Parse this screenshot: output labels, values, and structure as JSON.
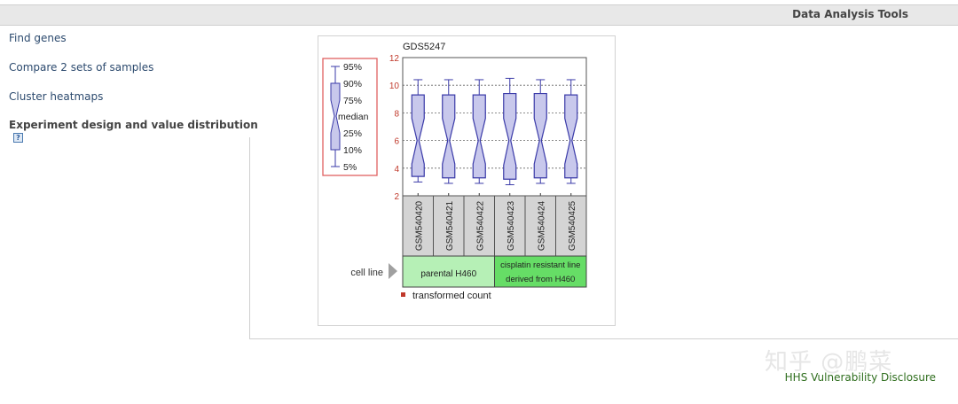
{
  "header": {
    "title": "Data Analysis Tools"
  },
  "sidebar": {
    "items": [
      {
        "label": "Find genes"
      },
      {
        "label": "Compare 2 sets of samples"
      },
      {
        "label": "Cluster heatmaps"
      }
    ],
    "current": {
      "label": "Experiment design and value distribution",
      "help": "?"
    }
  },
  "footer": {
    "link": "HHS Vulnerability Disclosure"
  },
  "watermark": "知乎 @鹏菜",
  "chart": {
    "legend_labels": [
      "95%",
      "90%",
      "75%",
      "median",
      "25%",
      "10%",
      "5%"
    ],
    "row_label": "cell line",
    "group_labels": [
      "parental H460",
      "cisplatin resistant line",
      "derived from H460"
    ],
    "note": "transformed count"
  },
  "chart_data": {
    "type": "boxplot",
    "title": "GDS5247",
    "ylabel": "",
    "ylim": [
      2,
      12
    ],
    "yticks": [
      2,
      4,
      6,
      8,
      10,
      12
    ],
    "grid": "dotted horizontal at 4,6,8,10",
    "categories": [
      "GSM540420",
      "GSM540421",
      "GSM540422",
      "GSM540423",
      "GSM540424",
      "GSM540425"
    ],
    "series": [
      {
        "name": "GSM540420",
        "p5": 3.0,
        "p10": 3.4,
        "p25": 4.3,
        "median": 6.0,
        "p75": 7.6,
        "p90": 9.3,
        "p95": 10.4
      },
      {
        "name": "GSM540421",
        "p5": 2.9,
        "p10": 3.3,
        "p25": 4.3,
        "median": 6.0,
        "p75": 7.6,
        "p90": 9.3,
        "p95": 10.4
      },
      {
        "name": "GSM540422",
        "p5": 2.9,
        "p10": 3.3,
        "p25": 4.3,
        "median": 6.0,
        "p75": 7.6,
        "p90": 9.3,
        "p95": 10.4
      },
      {
        "name": "GSM540423",
        "p5": 2.8,
        "p10": 3.2,
        "p25": 4.2,
        "median": 6.0,
        "p75": 7.6,
        "p90": 9.4,
        "p95": 10.5
      },
      {
        "name": "GSM540424",
        "p5": 2.9,
        "p10": 3.3,
        "p25": 4.3,
        "median": 6.0,
        "p75": 7.6,
        "p90": 9.4,
        "p95": 10.4
      },
      {
        "name": "GSM540425",
        "p5": 2.9,
        "p10": 3.3,
        "p25": 4.3,
        "median": 6.0,
        "p75": 7.6,
        "p90": 9.3,
        "p95": 10.4
      }
    ],
    "groups": [
      {
        "label": "parental H460",
        "samples": [
          "GSM540420",
          "GSM540421",
          "GSM540422"
        ],
        "color": "#b6f0b6"
      },
      {
        "label": "cisplatin resistant line derived from H460",
        "samples": [
          "GSM540423",
          "GSM540424",
          "GSM540425"
        ],
        "color": "#66dd66"
      }
    ],
    "legend": [
      "transformed count"
    ],
    "colors": {
      "box_fill": "#c8c8ec",
      "box_stroke": "#3a3aa8",
      "axis_tick": "#c0392b",
      "legend_border": "#e06060"
    }
  }
}
